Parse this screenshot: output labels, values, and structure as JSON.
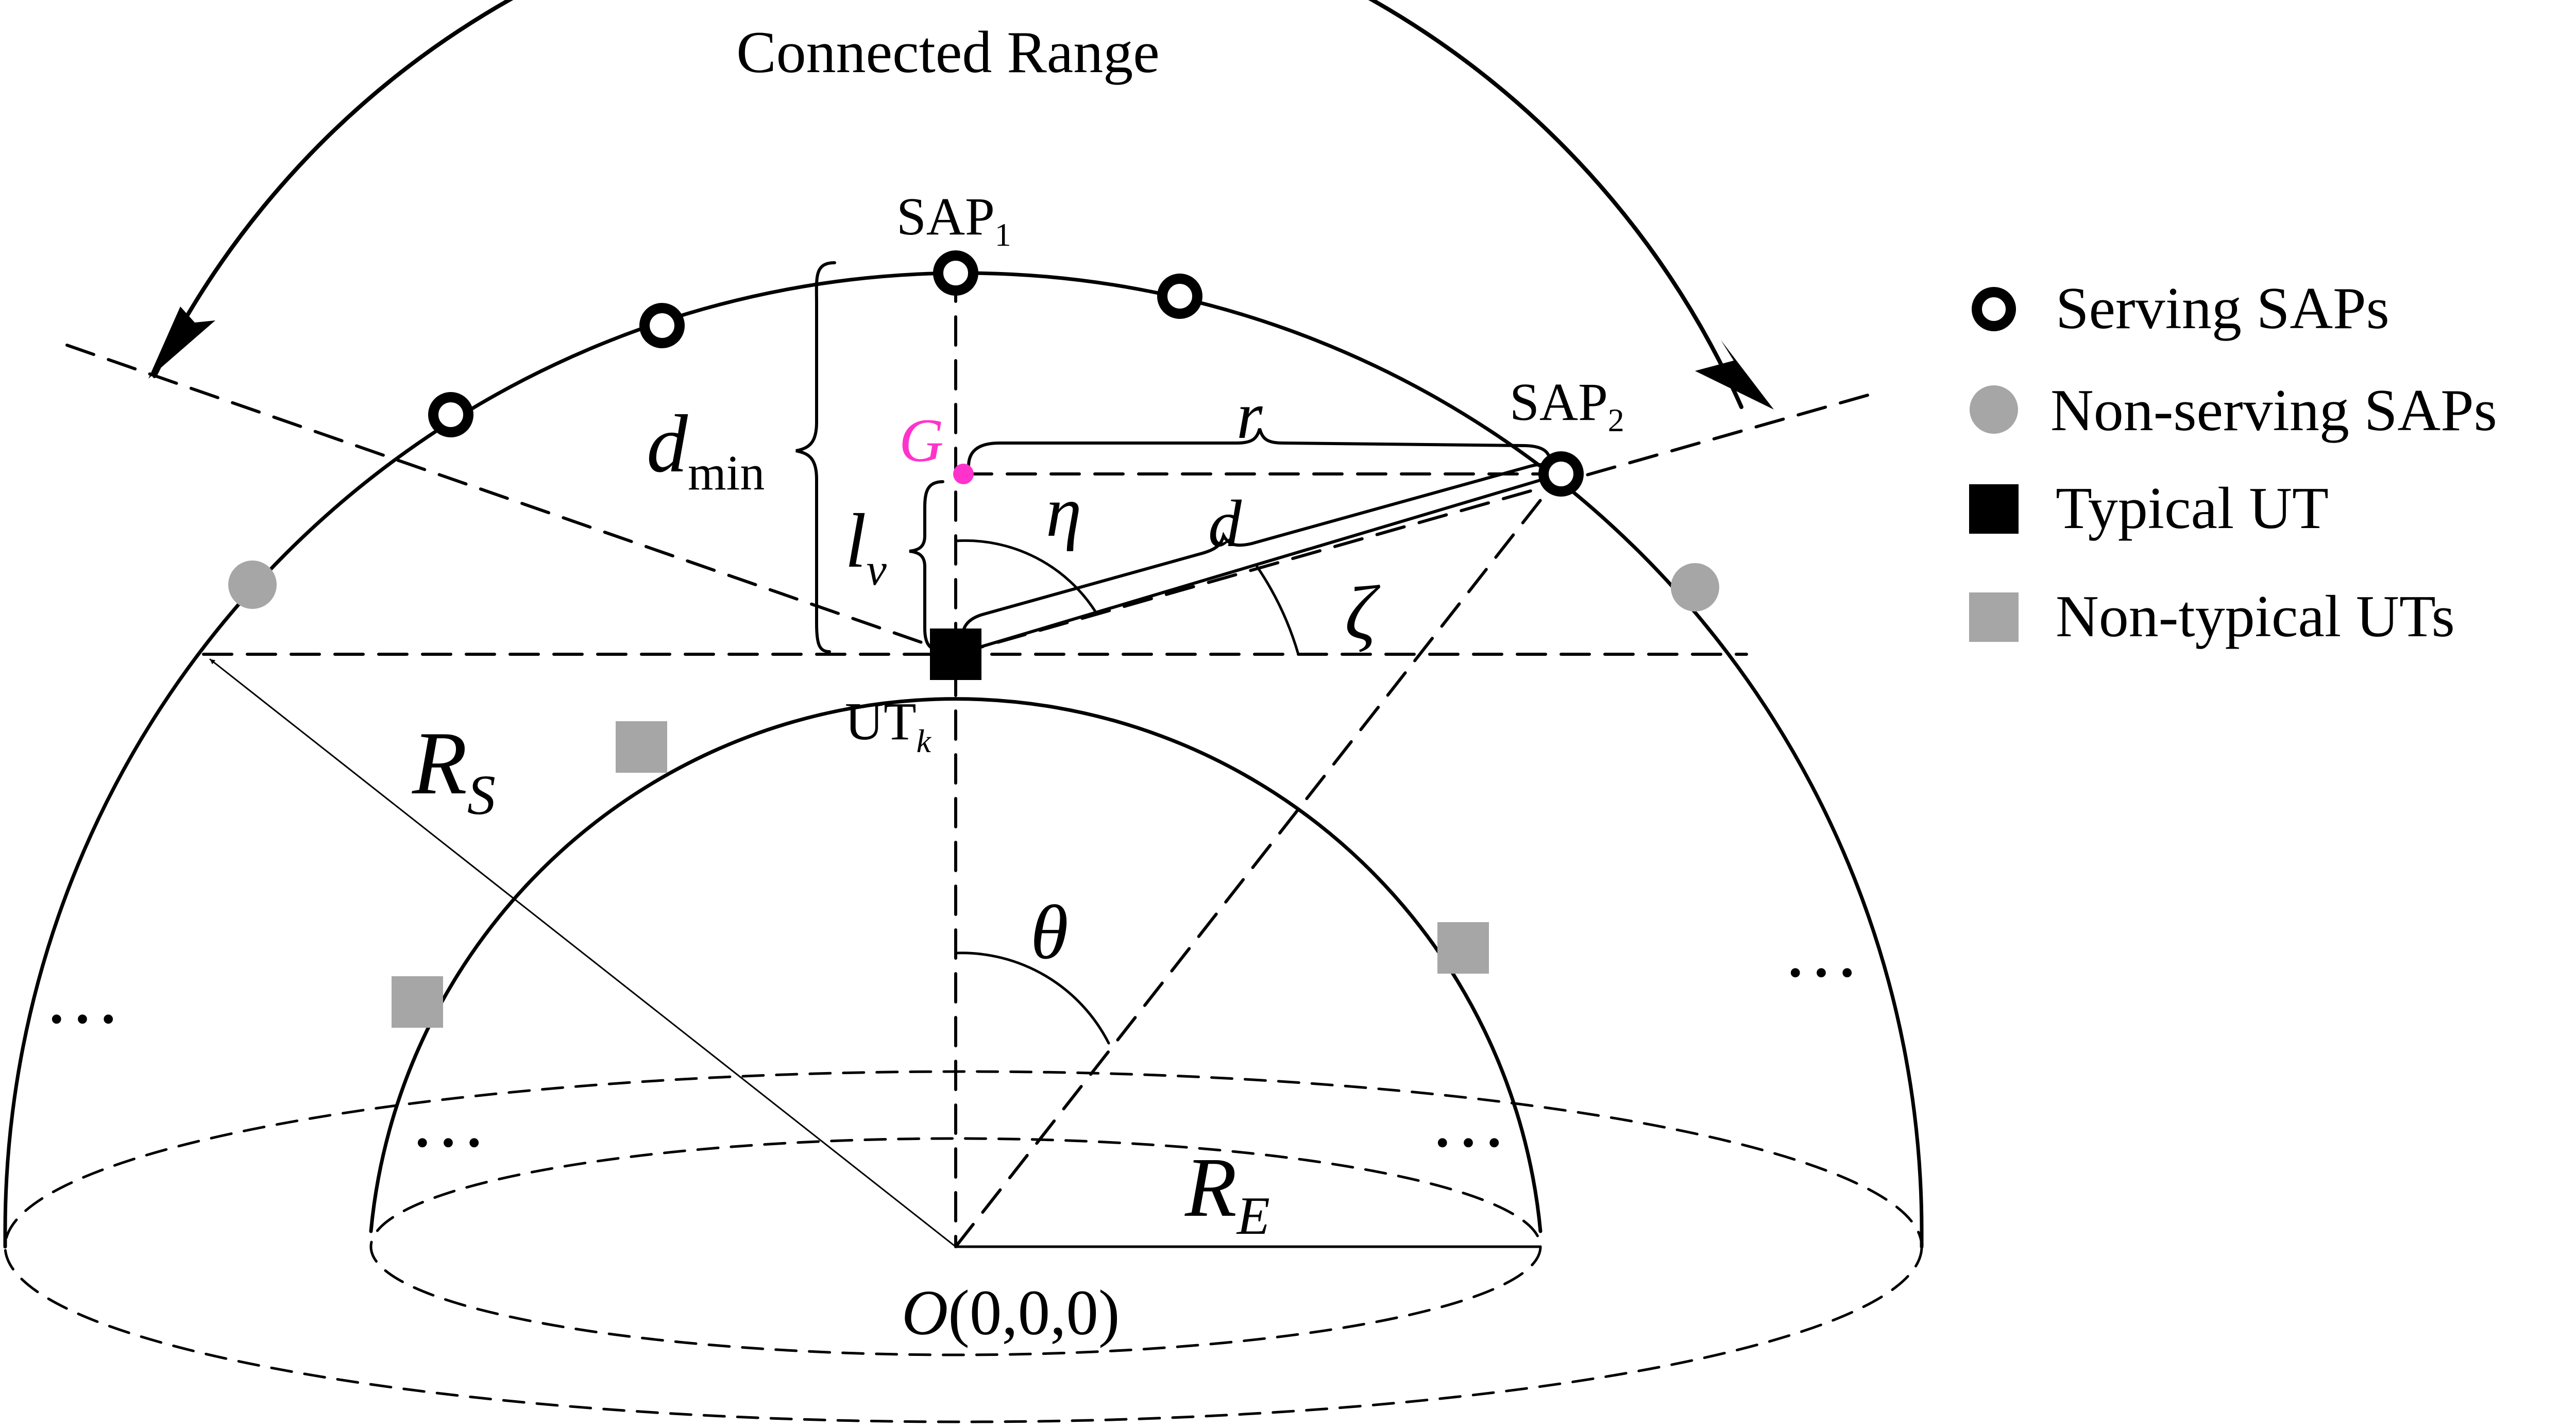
{
  "title": "Connected Range",
  "labels": {
    "sap1_base": "SAP",
    "sap1_sub": "1",
    "sap2_base": "SAP",
    "sap2_sub": "2",
    "ut_base": "UT",
    "ut_sub": "k",
    "g": "G",
    "r": "r",
    "d": "d",
    "eta": "η",
    "zeta": "ζ",
    "theta": "θ",
    "dmin_base": "d",
    "dmin_sub": "min",
    "lv_base": "l",
    "lv_sub": "v",
    "rs_base": "R",
    "rs_sub": "S",
    "re_base": "R",
    "re_sub": "E",
    "origin_o": "O",
    "origin_coords": "(0,0,0)",
    "ellipsis": "…"
  },
  "legend": [
    {
      "icon": "serving-sap-icon",
      "label": "Serving SAPs"
    },
    {
      "icon": "non-serving-sap-icon",
      "label": "Non-serving SAPs"
    },
    {
      "icon": "typical-ut-icon",
      "label": "Typical UT"
    },
    {
      "icon": "non-typical-ut-icon",
      "label": "Non-typical UTs"
    }
  ],
  "colors": {
    "ink": "#000000",
    "gray": "#a6a6a6",
    "magenta": "#ff33cc"
  }
}
